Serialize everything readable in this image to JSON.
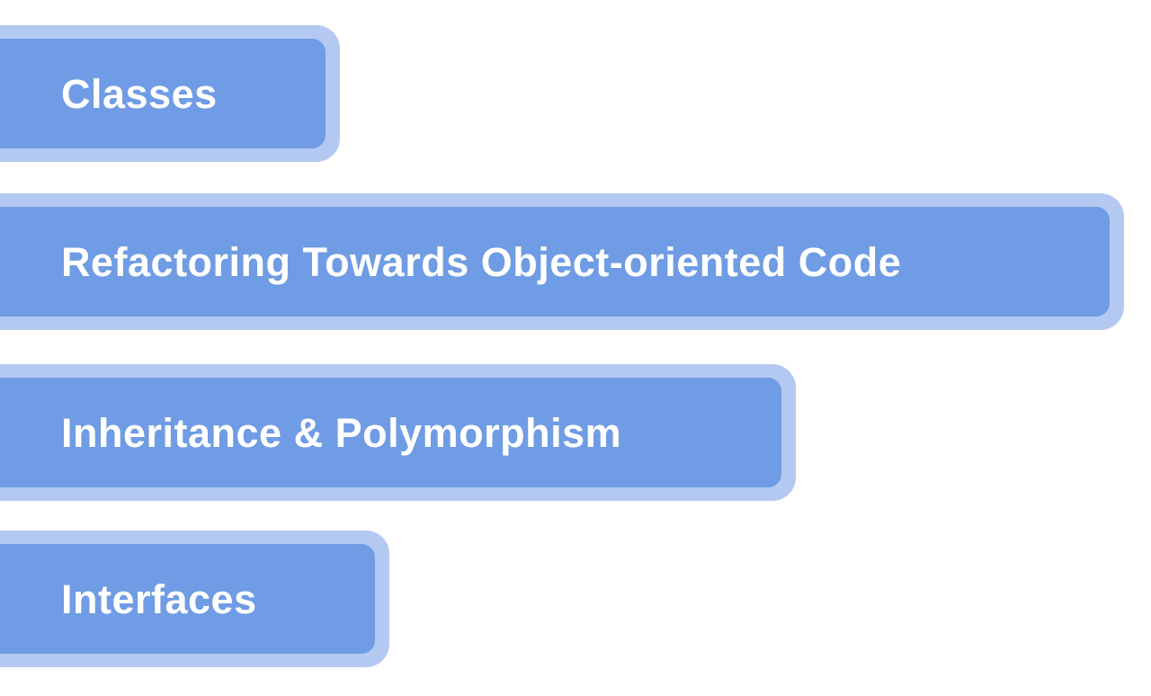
{
  "colors": {
    "background": "#ffffff",
    "bar_frame": "#b4c9f1",
    "bar_fill": "#6f9ce4",
    "label_text": "#ffffff"
  },
  "bars": [
    {
      "label": "Classes"
    },
    {
      "label": "Refactoring Towards Object-oriented Code"
    },
    {
      "label": "Inheritance & Polymorphism"
    },
    {
      "label": "Interfaces"
    }
  ]
}
